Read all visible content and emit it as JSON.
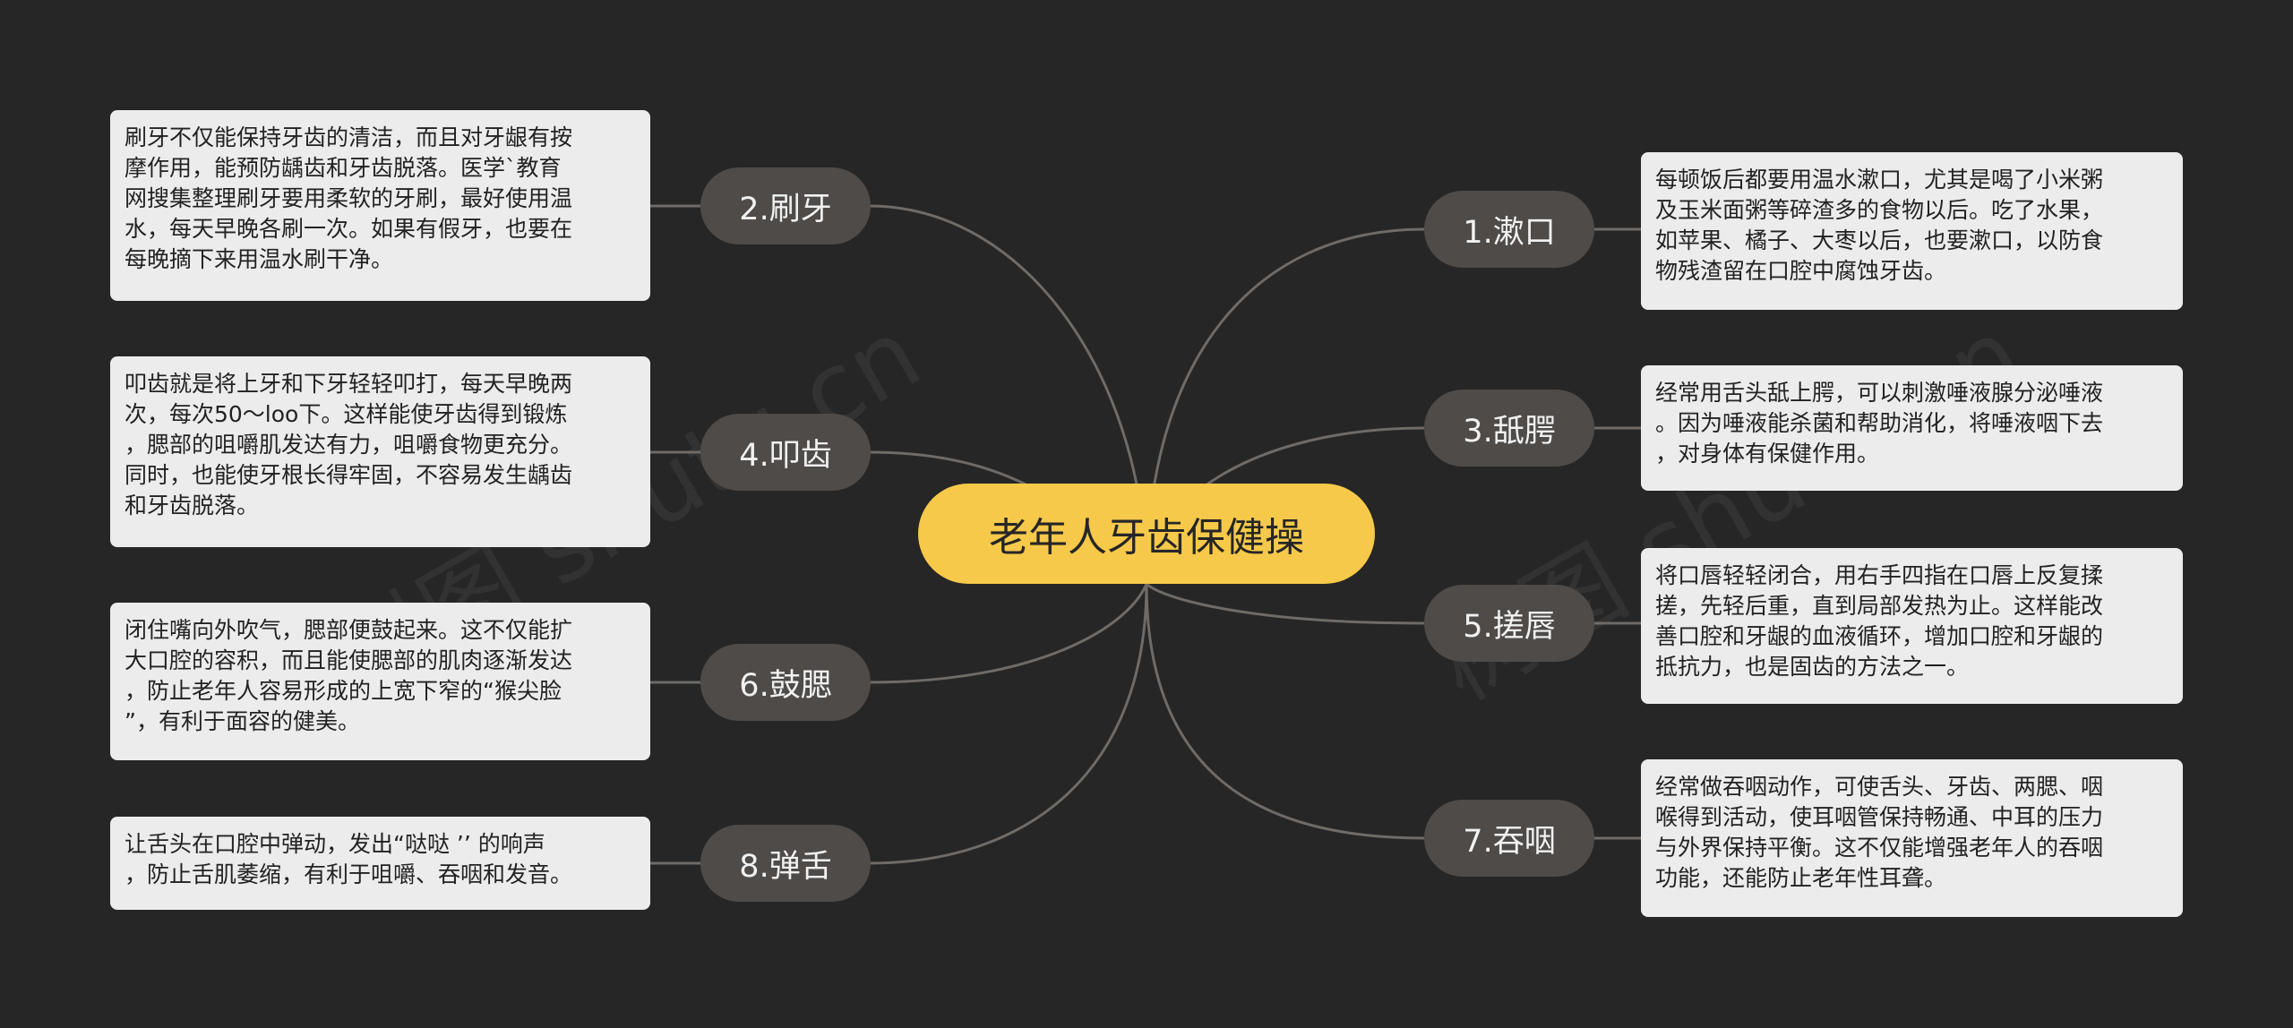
{
  "center": {
    "label": "老年人牙齿保健操"
  },
  "colors": {
    "background": "#262626",
    "center": "#f6c94a",
    "branch": "#4f4b49",
    "leaf": "#ececec",
    "line": "#6e6b68"
  },
  "watermark": "树图 shutu.cn",
  "branches": [
    {
      "id": "b1",
      "label": "1.漱口",
      "text": "每顿饭后都要用温水漱口，尤其是喝了小米粥\n及玉米面粥等碎渣多的食物以后。吃了水果，\n如苹果、橘子、大枣以后，也要漱口，以防食\n物残渣留在口腔中腐蚀牙齿。"
    },
    {
      "id": "b2",
      "label": "2.刷牙",
      "text": "刷牙不仅能保持牙齿的清洁，而且对牙龈有按\n摩作用，能预防龋齿和牙齿脱落。医学`教育\n网搜集整理刷牙要用柔软的牙刷，最好使用温\n水，每天早晚各刷一次。如果有假牙，也要在\n每晚摘下来用温水刷干净。"
    },
    {
      "id": "b3",
      "label": "3.舐腭",
      "text": "经常用舌头舐上腭，可以刺激唾液腺分泌唾液\n。因为唾液能杀菌和帮助消化，将唾液咽下去\n，对身体有保健作用。"
    },
    {
      "id": "b4",
      "label": "4.叩齿",
      "text": "叩齿就是将上牙和下牙轻轻叩打，每天早晚两\n次，每次50～loo下。这样能使牙齿得到锻炼\n，腮部的咀嚼肌发达有力，咀嚼食物更充分。\n同时，也能使牙根长得牢固，不容易发生龋齿\n和牙齿脱落。"
    },
    {
      "id": "b5",
      "label": "5.搓唇",
      "text": "将口唇轻轻闭合，用右手四指在口唇上反复揉\n搓，先轻后重，直到局部发热为止。这样能改\n善口腔和牙龈的血液循环，增加口腔和牙龈的\n抵抗力，也是固齿的方法之一。"
    },
    {
      "id": "b6",
      "label": "6.鼓腮",
      "text": "闭住嘴向外吹气，腮部便鼓起来。这不仅能扩\n大口腔的容积，而且能使腮部的肌肉逐渐发达\n，防止老年人容易形成的上宽下窄的“猴尖脸\n”，有利于面容的健美。"
    },
    {
      "id": "b7",
      "label": "7.吞咽",
      "text": "经常做吞咽动作，可使舌头、牙齿、两腮、咽\n喉得到活动，使耳咽管保持畅通、中耳的压力\n与外界保持平衡。这不仅能增强老年人的吞咽\n功能，还能防止老年性耳聋。"
    },
    {
      "id": "b8",
      "label": "8.弹舌",
      "text": "让舌头在口腔中弹动，发出“哒哒 ’’ 的响声\n，防止舌肌萎缩，有利于咀嚼、吞咽和发音。"
    }
  ]
}
